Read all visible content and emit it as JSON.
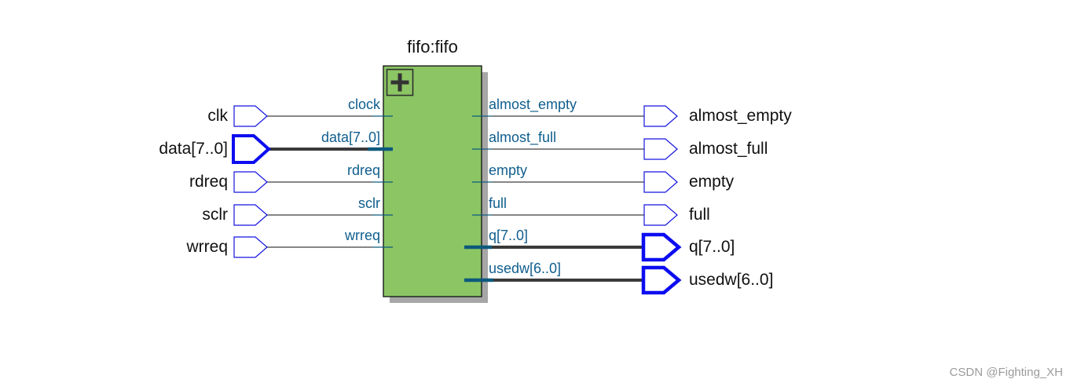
{
  "instance": {
    "title": "fifo:fifo",
    "expand_icon": "plus-icon"
  },
  "ports": {
    "inputs": [
      {
        "outer": "clk",
        "inner": "clock",
        "bus": false
      },
      {
        "outer": "data[7..0]",
        "inner": "data[7..0]",
        "bus": true
      },
      {
        "outer": "rdreq",
        "inner": "rdreq",
        "bus": false
      },
      {
        "outer": "sclr",
        "inner": "sclr",
        "bus": false
      },
      {
        "outer": "wrreq",
        "inner": "wrreq",
        "bus": false
      }
    ],
    "outputs": [
      {
        "outer": "almost_empty",
        "inner": "almost_empty",
        "bus": false
      },
      {
        "outer": "almost_full",
        "inner": "almost_full",
        "bus": false
      },
      {
        "outer": "empty",
        "inner": "empty",
        "bus": false
      },
      {
        "outer": "full",
        "inner": "full",
        "bus": false
      },
      {
        "outer": "q[7..0]",
        "inner": "q[7..0]",
        "bus": true
      },
      {
        "outer": "usedw[6..0]",
        "inner": "usedw[6..0]",
        "bus": true
      }
    ]
  },
  "colors": {
    "block_fill": "#8cc564",
    "block_border": "#1a1a1a",
    "block_shadow": "#a6a6a6",
    "pin_outline": "#1515e0",
    "wire_gray": "#3f3f3f",
    "wire_stub_teal": "#0d5a7d",
    "inner_label_blue": "#0f5e8e",
    "outer_label_black": "#101010",
    "watermark_gray": "#9b9b9b"
  },
  "watermark": "CSDN @Fighting_XH"
}
